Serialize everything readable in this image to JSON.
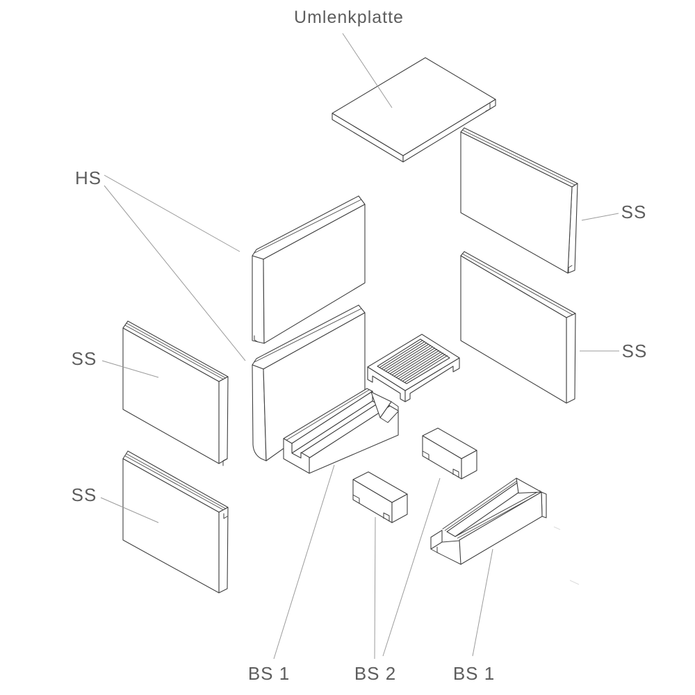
{
  "diagram": {
    "labels": {
      "umlenkplatte": "Umlenkplatte",
      "hs": "HS",
      "ss_left_upper": "SS",
      "ss_left_lower": "SS",
      "ss_right_upper": "SS",
      "ss_right_lower": "SS",
      "bs1_left": "BS 1",
      "bs2": "BS 2",
      "bs1_right": "BS 1"
    },
    "colors": {
      "background": "#ffffff",
      "part_line": "#3f3f3f",
      "leader_line": "#9b9b9b",
      "label_text": "#5d5d5d"
    }
  }
}
